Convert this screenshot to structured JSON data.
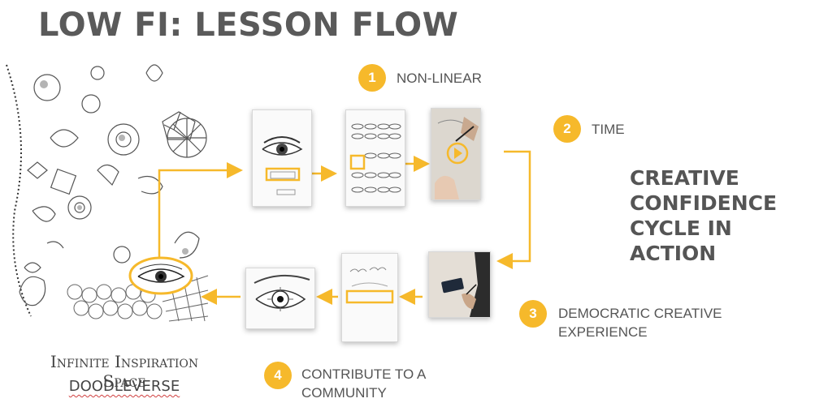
{
  "title": "LOW FI: LESSON FLOW",
  "steps": [
    {
      "number": "1",
      "label": "NON-LINEAR"
    },
    {
      "number": "2",
      "label": "TIME"
    },
    {
      "number": "3",
      "label_line1": "DEMOCRATIC CREATIVE",
      "label_line2": "EXPERIENCE"
    },
    {
      "number": "4",
      "label_line1": "CONTRIBUTE TO A",
      "label_line2": "COMMUNITY"
    }
  ],
  "callout": {
    "line1": "CREATIVE",
    "line2": "CONFIDENCE",
    "line3": "CYCLE IN ACTION"
  },
  "inspiration": {
    "title": "Infinite Inspiration Space",
    "name": "DOODLEVERSE"
  },
  "colors": {
    "accent": "#f6b92b",
    "text": "#555555"
  },
  "icons": [
    "play-icon",
    "pencil-icon",
    "eye-sketch",
    "phone-icon"
  ]
}
